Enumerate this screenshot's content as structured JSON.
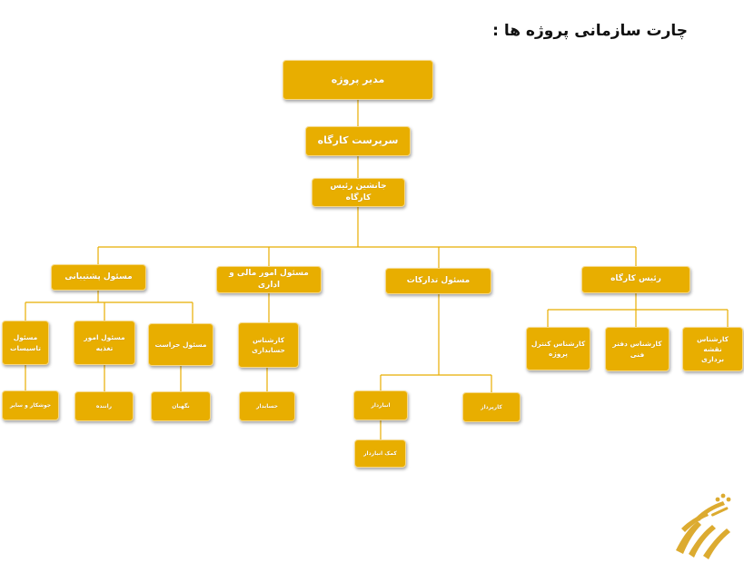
{
  "title": "چارت سازمانی پروژه ها :",
  "colors": {
    "box": "#e8ae00",
    "line": "#e8ae00",
    "text": "#ffffff"
  },
  "nodes": {
    "project_manager": "مدیر پروژه",
    "site_supervisor": "سرپرست کارگاه",
    "deputy_site_head": "جانشین رئیس کارگاه",
    "support_manager": "مسئول پشتیبانی",
    "finance_admin_manager": "مسئول امور مالی و اداری",
    "procurement_manager": "مسئول تدارکات",
    "site_head": "رئیس کارگاه",
    "facilities_officer": "مسئول\nتاسیسات",
    "catering_officer": "مسئول امور\nتغذیه",
    "security_officer": "مسئول حراست",
    "accounting_expert": "کارشناس\nحسابداری",
    "project_control_expert": "کارشناس کنترل\nپروژه",
    "technical_office_expert": "کارشناس دفتر\nفنی",
    "surveying_expert": "کارشناس نقشه\nبرداری",
    "welder_fitter": "جوشکار و سایر",
    "driver": "راننده",
    "guard": "نگهبان",
    "accountant": "حسابدار",
    "storekeeper": "انباردار",
    "purchasing_agent": "کارپرداز",
    "assistant_storekeeper": "کمک انباردار"
  }
}
